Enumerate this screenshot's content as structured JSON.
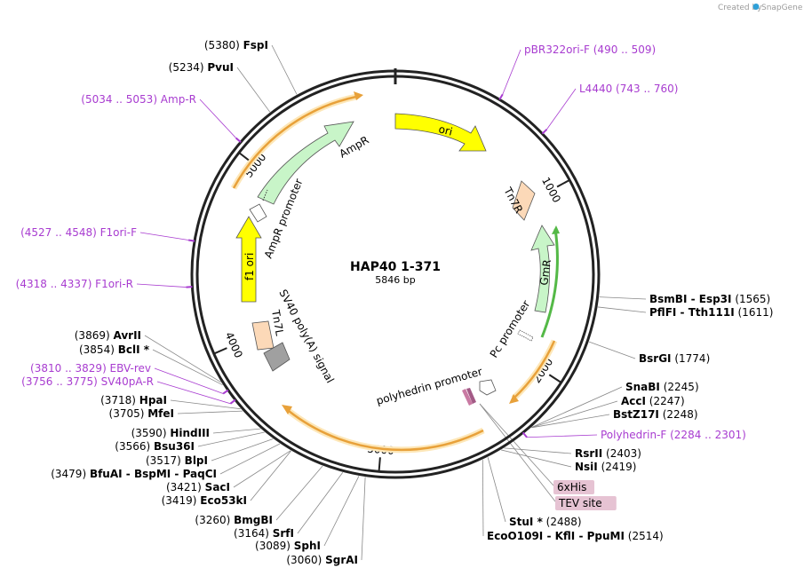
{
  "credit": {
    "prefix": "Created by",
    "brand": "SnapGene"
  },
  "plasmid": {
    "name": "HAP40 1-371",
    "size": "5846 bp",
    "length": 5846
  },
  "colors": {
    "primer": "#a83cd0",
    "orange": "#e8a13a",
    "yellow": "#ffff00",
    "light_green": "#c8f5c8",
    "peach": "#fcd9b8",
    "grey": "#a0a0a0",
    "gm_green": "#54b947"
  },
  "ticks": [
    {
      "pos": 1000,
      "label": "1000"
    },
    {
      "pos": 2000,
      "label": "2000"
    },
    {
      "pos": 3000,
      "label": "3000"
    },
    {
      "pos": 4000,
      "label": "4000"
    },
    {
      "pos": 5000,
      "label": "5000"
    }
  ],
  "primers": [
    {
      "name": "pBR322ori-F",
      "range": "(490 .. 509)",
      "pos": 500
    },
    {
      "name": "L4440",
      "range": "(743 .. 760)",
      "pos": 751
    },
    {
      "name": "Polyhedrin-F",
      "range": "(2284 .. 2301)",
      "pos": 2292
    },
    {
      "name": "EBV-rev",
      "range": "(3810 .. 3829)",
      "pos": 3820
    },
    {
      "name": "SV40pA-R",
      "range": "(3756 .. 3775)",
      "pos": 3765
    },
    {
      "name": "F1ori-R",
      "range": "(4318 .. 4337)",
      "pos": 4327
    },
    {
      "name": "F1ori-F",
      "range": "(4527 .. 4548)",
      "pos": 4537
    },
    {
      "name": "Amp-R",
      "range": "(5034 .. 5053)",
      "pos": 5043
    }
  ],
  "sites_right": [
    {
      "name": "BsmBI",
      "extra": "Esp3I",
      "pos_label": "(1565)",
      "pos": 1565
    },
    {
      "name": "PflFI",
      "extra": "Tth111I",
      "pos_label": "(1611)",
      "pos": 1611
    },
    {
      "name": "BsrGI",
      "extra": "",
      "pos_label": "(1774)",
      "pos": 1774
    },
    {
      "name": "SnaBI",
      "extra": "",
      "pos_label": "(2245)",
      "pos": 2245
    },
    {
      "name": "AccI",
      "extra": "",
      "pos_label": "(2247)",
      "pos": 2247
    },
    {
      "name": "BstZ17I",
      "extra": "",
      "pos_label": "(2248)",
      "pos": 2248
    },
    {
      "name": "RsrII",
      "extra": "",
      "pos_label": "(2403)",
      "pos": 2403
    },
    {
      "name": "NsiI",
      "extra": "",
      "pos_label": "(2419)",
      "pos": 2419
    }
  ],
  "sites_bottom": [
    {
      "name": "StuI *",
      "extra": "",
      "pos_label": "(2488)",
      "pos": 2488
    },
    {
      "name": "EcoO109I",
      "extra": "KflI - PpuMI",
      "pos_label": "(2514)",
      "pos": 2514
    }
  ],
  "sites_left": [
    {
      "name": "SgrAI",
      "pos_label": "(3060)",
      "pos": 3060
    },
    {
      "name": "SphI",
      "pos_label": "(3089)",
      "pos": 3089
    },
    {
      "name": "SrfI",
      "pos_label": "(3164)",
      "pos": 3164
    },
    {
      "name": "BmgBI",
      "pos_label": "(3260)",
      "pos": 3260
    },
    {
      "name": "Eco53kI",
      "pos_label": "(3419)",
      "pos": 3419
    },
    {
      "name": "SacI",
      "pos_label": "(3421)",
      "pos": 3421
    },
    {
      "name": "BfuAI",
      "extra": "BspMI - PaqCI",
      "pos_label": "(3479)",
      "pos": 3479
    },
    {
      "name": "BlpI",
      "pos_label": "(3517)",
      "pos": 3517
    },
    {
      "name": "Bsu36I",
      "pos_label": "(3566)",
      "pos": 3566
    },
    {
      "name": "HindIII",
      "pos_label": "(3590)",
      "pos": 3590
    },
    {
      "name": "MfeI",
      "pos_label": "(3705)",
      "pos": 3705
    },
    {
      "name": "HpaI",
      "pos_label": "(3718)",
      "pos": 3718
    },
    {
      "name": "BclI *",
      "pos_label": "(3854)",
      "pos": 3854
    },
    {
      "name": "AvrII",
      "pos_label": "(3869)",
      "pos": 3869
    },
    {
      "name": "PvuI",
      "pos_label": "(5234)",
      "pos": 5234
    },
    {
      "name": "FspI",
      "pos_label": "(5380)",
      "pos": 5380
    }
  ],
  "tags": [
    {
      "name": "6xHis"
    },
    {
      "name": "TEV site"
    }
  ],
  "features": [
    {
      "name": "ori"
    },
    {
      "name": "AmpR"
    },
    {
      "name": "AmpR promoter"
    },
    {
      "name": "f1 ori"
    },
    {
      "name": "Tn7R"
    },
    {
      "name": "GmR"
    },
    {
      "name": "Pc promoter"
    },
    {
      "name": "polyhedrin promoter"
    },
    {
      "name": "SV40 poly(A) signal"
    },
    {
      "name": "Tn7L"
    }
  ]
}
